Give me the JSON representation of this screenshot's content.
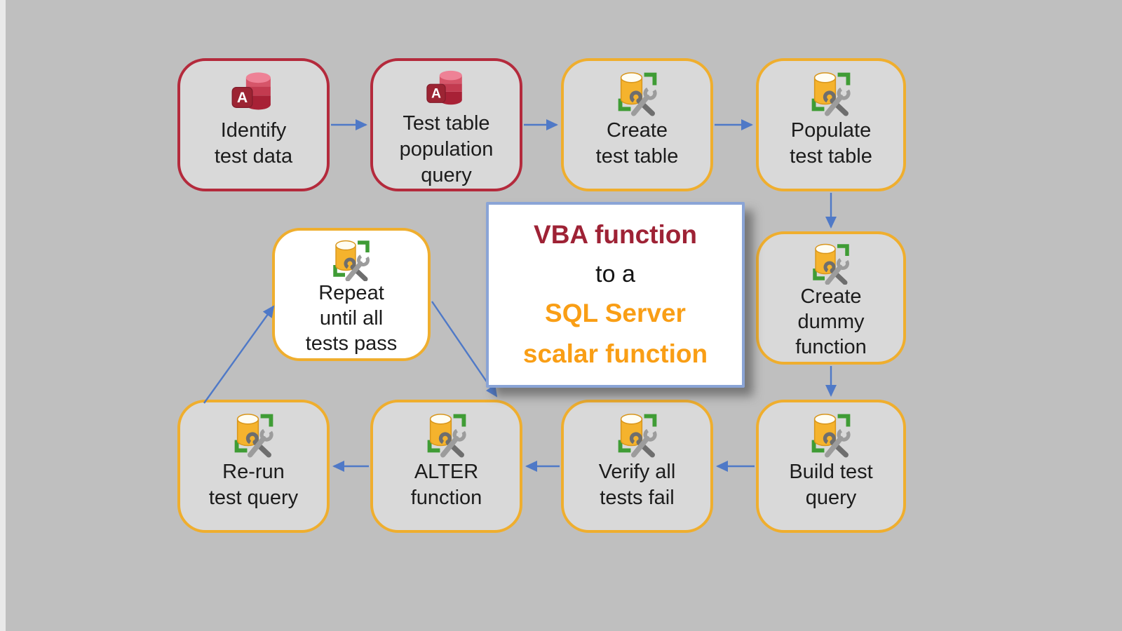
{
  "diagram_title": {
    "lines": [
      "VBA function",
      "to a",
      "SQL Server",
      "scalar function"
    ]
  },
  "nodes": [
    {
      "id": "identify-test-data",
      "icon": "access-database-icon",
      "lines": [
        "Identify",
        "test data"
      ]
    },
    {
      "id": "test-table-population-query",
      "icon": "access-database-icon",
      "lines": [
        "Test table",
        "population",
        "query"
      ]
    },
    {
      "id": "create-test-table",
      "icon": "sql-database-tools-icon",
      "lines": [
        "Create",
        "test table"
      ]
    },
    {
      "id": "populate-test-table",
      "icon": "sql-database-tools-icon",
      "lines": [
        "Populate",
        "test table"
      ]
    },
    {
      "id": "repeat-until-all-tests-pass",
      "icon": "sql-database-tools-icon",
      "lines": [
        "Repeat",
        "until all",
        "tests pass"
      ]
    },
    {
      "id": "create-dummy-function",
      "icon": "sql-database-tools-icon",
      "lines": [
        "Create",
        "dummy",
        "function"
      ]
    },
    {
      "id": "re-run-test-query",
      "icon": "sql-database-tools-icon",
      "lines": [
        "Re-run",
        "test query"
      ]
    },
    {
      "id": "alter-function",
      "icon": "sql-database-tools-icon",
      "lines": [
        "ALTER",
        "function"
      ]
    },
    {
      "id": "verify-all-tests-fail",
      "icon": "sql-database-tools-icon",
      "lines": [
        "Verify all",
        "tests fail"
      ]
    },
    {
      "id": "build-test-query",
      "icon": "sql-database-tools-icon",
      "lines": [
        "Build test",
        "query"
      ]
    }
  ],
  "edges": [
    {
      "from": "identify-test-data",
      "to": "test-table-population-query"
    },
    {
      "from": "test-table-population-query",
      "to": "create-test-table"
    },
    {
      "from": "create-test-table",
      "to": "populate-test-table"
    },
    {
      "from": "populate-test-table",
      "to": "create-dummy-function"
    },
    {
      "from": "create-dummy-function",
      "to": "build-test-query"
    },
    {
      "from": "build-test-query",
      "to": "verify-all-tests-fail"
    },
    {
      "from": "verify-all-tests-fail",
      "to": "alter-function"
    },
    {
      "from": "alter-function",
      "to": "re-run-test-query"
    },
    {
      "from": "re-run-test-query",
      "to": "repeat-until-all-tests-pass"
    },
    {
      "from": "repeat-until-all-tests-pass",
      "to": "alter-function"
    }
  ],
  "icons": {
    "access_badge_letter": "A"
  },
  "colors": {
    "background": "#bfbfbf",
    "node_fill": "#d9d9d9",
    "access_node_border": "#b42a3c",
    "sql_node_border": "#efae2e",
    "arrow": "#4f79c7",
    "title_card_border": "#8aa4d6",
    "title_vba_red": "#9e2235",
    "title_sql_orange": "#f99e15",
    "bracket_green": "#3f9c35",
    "cylinder_gold": "#f5b32d",
    "access_red": "#c33b50"
  }
}
